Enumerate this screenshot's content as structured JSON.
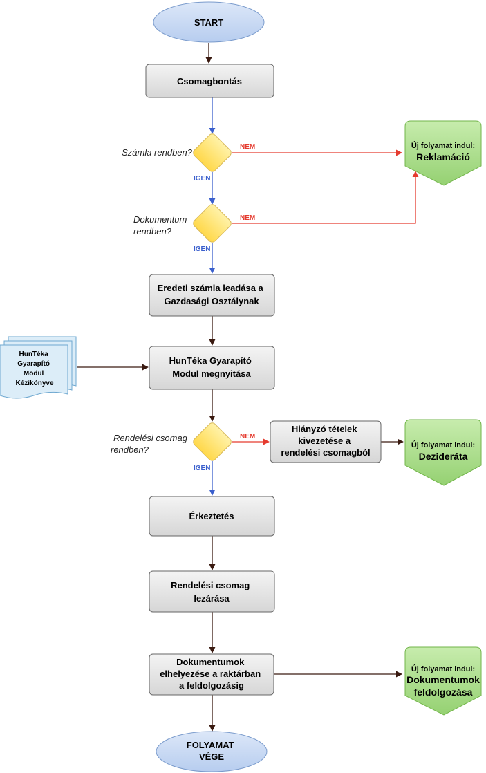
{
  "start": {
    "label": "START"
  },
  "end": {
    "line1": "FOLYAMAT",
    "line2": "VÉGE"
  },
  "steps": {
    "csomagbontas": [
      "Csomagbontás"
    ],
    "eredeti_szamla": [
      "Eredeti számla leadása a",
      "Gazdasági Osztálynak"
    ],
    "hunteka_megnyitasa": [
      "HunTéka Gyarapító",
      "Modul megnyitása"
    ],
    "hianyzo_tetelek": [
      "Hiányzó tételek",
      "kivezetése a",
      "rendelési csomagból"
    ],
    "erkeztetes": [
      "Érkeztetés"
    ],
    "rendelesi_lezarasa": [
      "Rendelési csomag",
      "lezárása"
    ],
    "dokumentumok_elhelyezese": [
      "Dokumentumok",
      "elhelyezése a raktárban",
      "a feldolgozásig"
    ]
  },
  "decisions": {
    "szamla": [
      "Számla rendben?"
    ],
    "dokumentum": [
      "Dokumentum",
      "rendben?"
    ],
    "rendelesi": [
      "Rendelési csomag",
      "rendben?"
    ]
  },
  "edge_labels": {
    "yes": "IGEN",
    "no": "NEM"
  },
  "offpage": {
    "reklamacio": {
      "line1": "Új folyamat indul:",
      "line2": "Reklamáció"
    },
    "dezirata": {
      "line1": "Új folyamat indul:",
      "line2": "Dezideráta"
    },
    "dok_feldolgozasa": {
      "line1": "Új folyamat indul:",
      "line2": "Dokumentumok",
      "line3": "feldolgozása"
    }
  },
  "document": {
    "lines": [
      "HunTéka",
      "Gyarapító",
      "Modul",
      "Kézikönyve"
    ]
  },
  "colors": {
    "ellipse_fill": "#c9d9f3",
    "ellipse_stroke": "#7a9bcc",
    "process_fill": "#e6e6e6",
    "process_stroke": "#666666",
    "diamond_fill": "#ffe566",
    "diamond_stroke": "#d6b656",
    "offpage_fill": "#a9dc8a",
    "offpage_stroke": "#72b54a",
    "doc_fill": "#dcedf8",
    "doc_stroke": "#6ea8d0",
    "yes_arrow": "#3a5fcd",
    "no_arrow": "#e53b2f",
    "flow_arrow": "#5a1a10"
  }
}
